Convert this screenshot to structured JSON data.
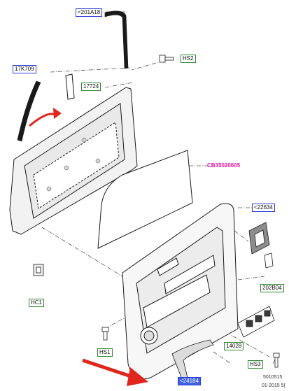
{
  "labels": {
    "part_201A18": "<201A18",
    "part_17K709": "17K709",
    "part_17724": "17724",
    "part_HS2": "HS2",
    "part_CB35020605": "CB35020605",
    "part_22634": "<22634",
    "part_202B04": "202B04",
    "part_HC1": "HC1",
    "part_HS1": "HS1",
    "part_14028": "14028",
    "part_HS3": "HS3",
    "part_24184": "<24184"
  },
  "footer": {
    "diagram_id": "5010515",
    "date": "01-2015 5("
  },
  "colors": {
    "outline": "#1a1a1a",
    "leader": "#555555",
    "arrow": "#e0261d",
    "label_blue": "#2b3bd8",
    "label_green": "#2e8a2e",
    "label_selected": "#3f63e6",
    "label_magenta": "#e0169b"
  }
}
